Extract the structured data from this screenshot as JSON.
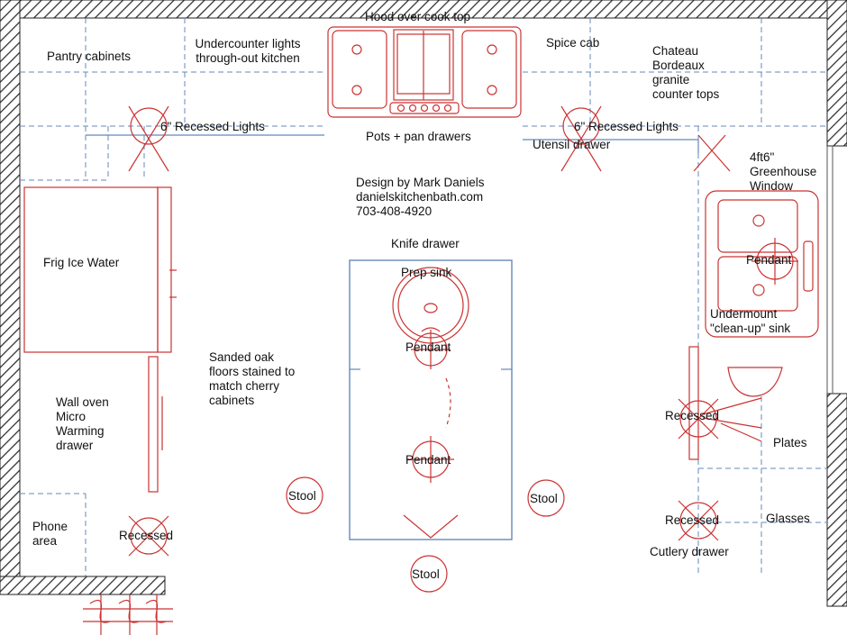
{
  "labels": {
    "hood": "Hood over cook top",
    "pantry": "Pantry cabinets",
    "undercounter": "Undercounter lights\nthrough-out kitchen",
    "spice": "Spice cab",
    "granite": "Chateau\nBordeaux\ngranite\ncounter tops",
    "recessed_left": "6\" Recessed Lights",
    "pots": "Pots + pan drawers",
    "recessed_right": "6\" Recessed Lights",
    "utensil": "Utensil drawer",
    "window": "4ft6\"\nGreenhouse\nWindow",
    "designer": "Design by Mark Daniels\ndanielskitchenbath.com\n703-408-4920",
    "frig": "Frig Ice Water",
    "knife": "Knife drawer",
    "prep_sink": "Prep sink",
    "pendant_sink": "Pendant",
    "undermount": "Undermount\n\"clean-up\" sink",
    "pendant_1": "Pendant",
    "floors": "Sanded oak\nfloors stained to\nmatch cherry\ncabinets",
    "wall_oven": "Wall oven\nMicro\nWarming\ndrawer",
    "recessed_e1": "Recessed",
    "plates": "Plates",
    "pendant_2": "Pendant",
    "stool_left": "Stool",
    "stool_right": "Stool",
    "stool_bottom": "Stool",
    "phone": "Phone\narea",
    "recessed_w": "Recessed",
    "recessed_e2": "Recessed",
    "glasses": "Glasses",
    "cutlery": "Cutlery drawer"
  },
  "colors": {
    "wall": "#444444",
    "fixture": "#cc3333",
    "cabinet": "#6688bb",
    "text": "#111111"
  }
}
